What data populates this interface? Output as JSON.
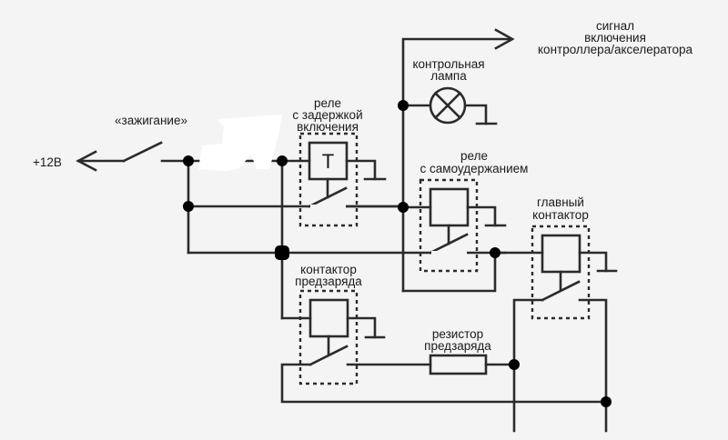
{
  "diagram": {
    "title": "",
    "supply": {
      "label": "+12В"
    },
    "ignition": {
      "label": "«зажигание»"
    },
    "signal": {
      "lines": [
        "сигнал",
        "включения",
        "контроллера/акселератора"
      ]
    },
    "lamp": {
      "lines": [
        "контрольная",
        "лампа"
      ]
    },
    "delay_relay": {
      "lines": [
        "реле",
        "с задержкой",
        "включения"
      ],
      "coil_symbol": "T"
    },
    "latch_relay": {
      "lines": [
        "реле",
        "с самоудержанием"
      ]
    },
    "main_contactor": {
      "lines": [
        "главный",
        "контактор"
      ]
    },
    "precharge_contactor": {
      "lines": [
        "контактор",
        "предзаряда"
      ]
    },
    "precharge_resistor": {
      "lines": [
        "резистор",
        "предзаряда"
      ]
    },
    "colors": {
      "wire": "#2b2b2b",
      "junction": "#000000",
      "background": "#f4f4f4"
    }
  }
}
